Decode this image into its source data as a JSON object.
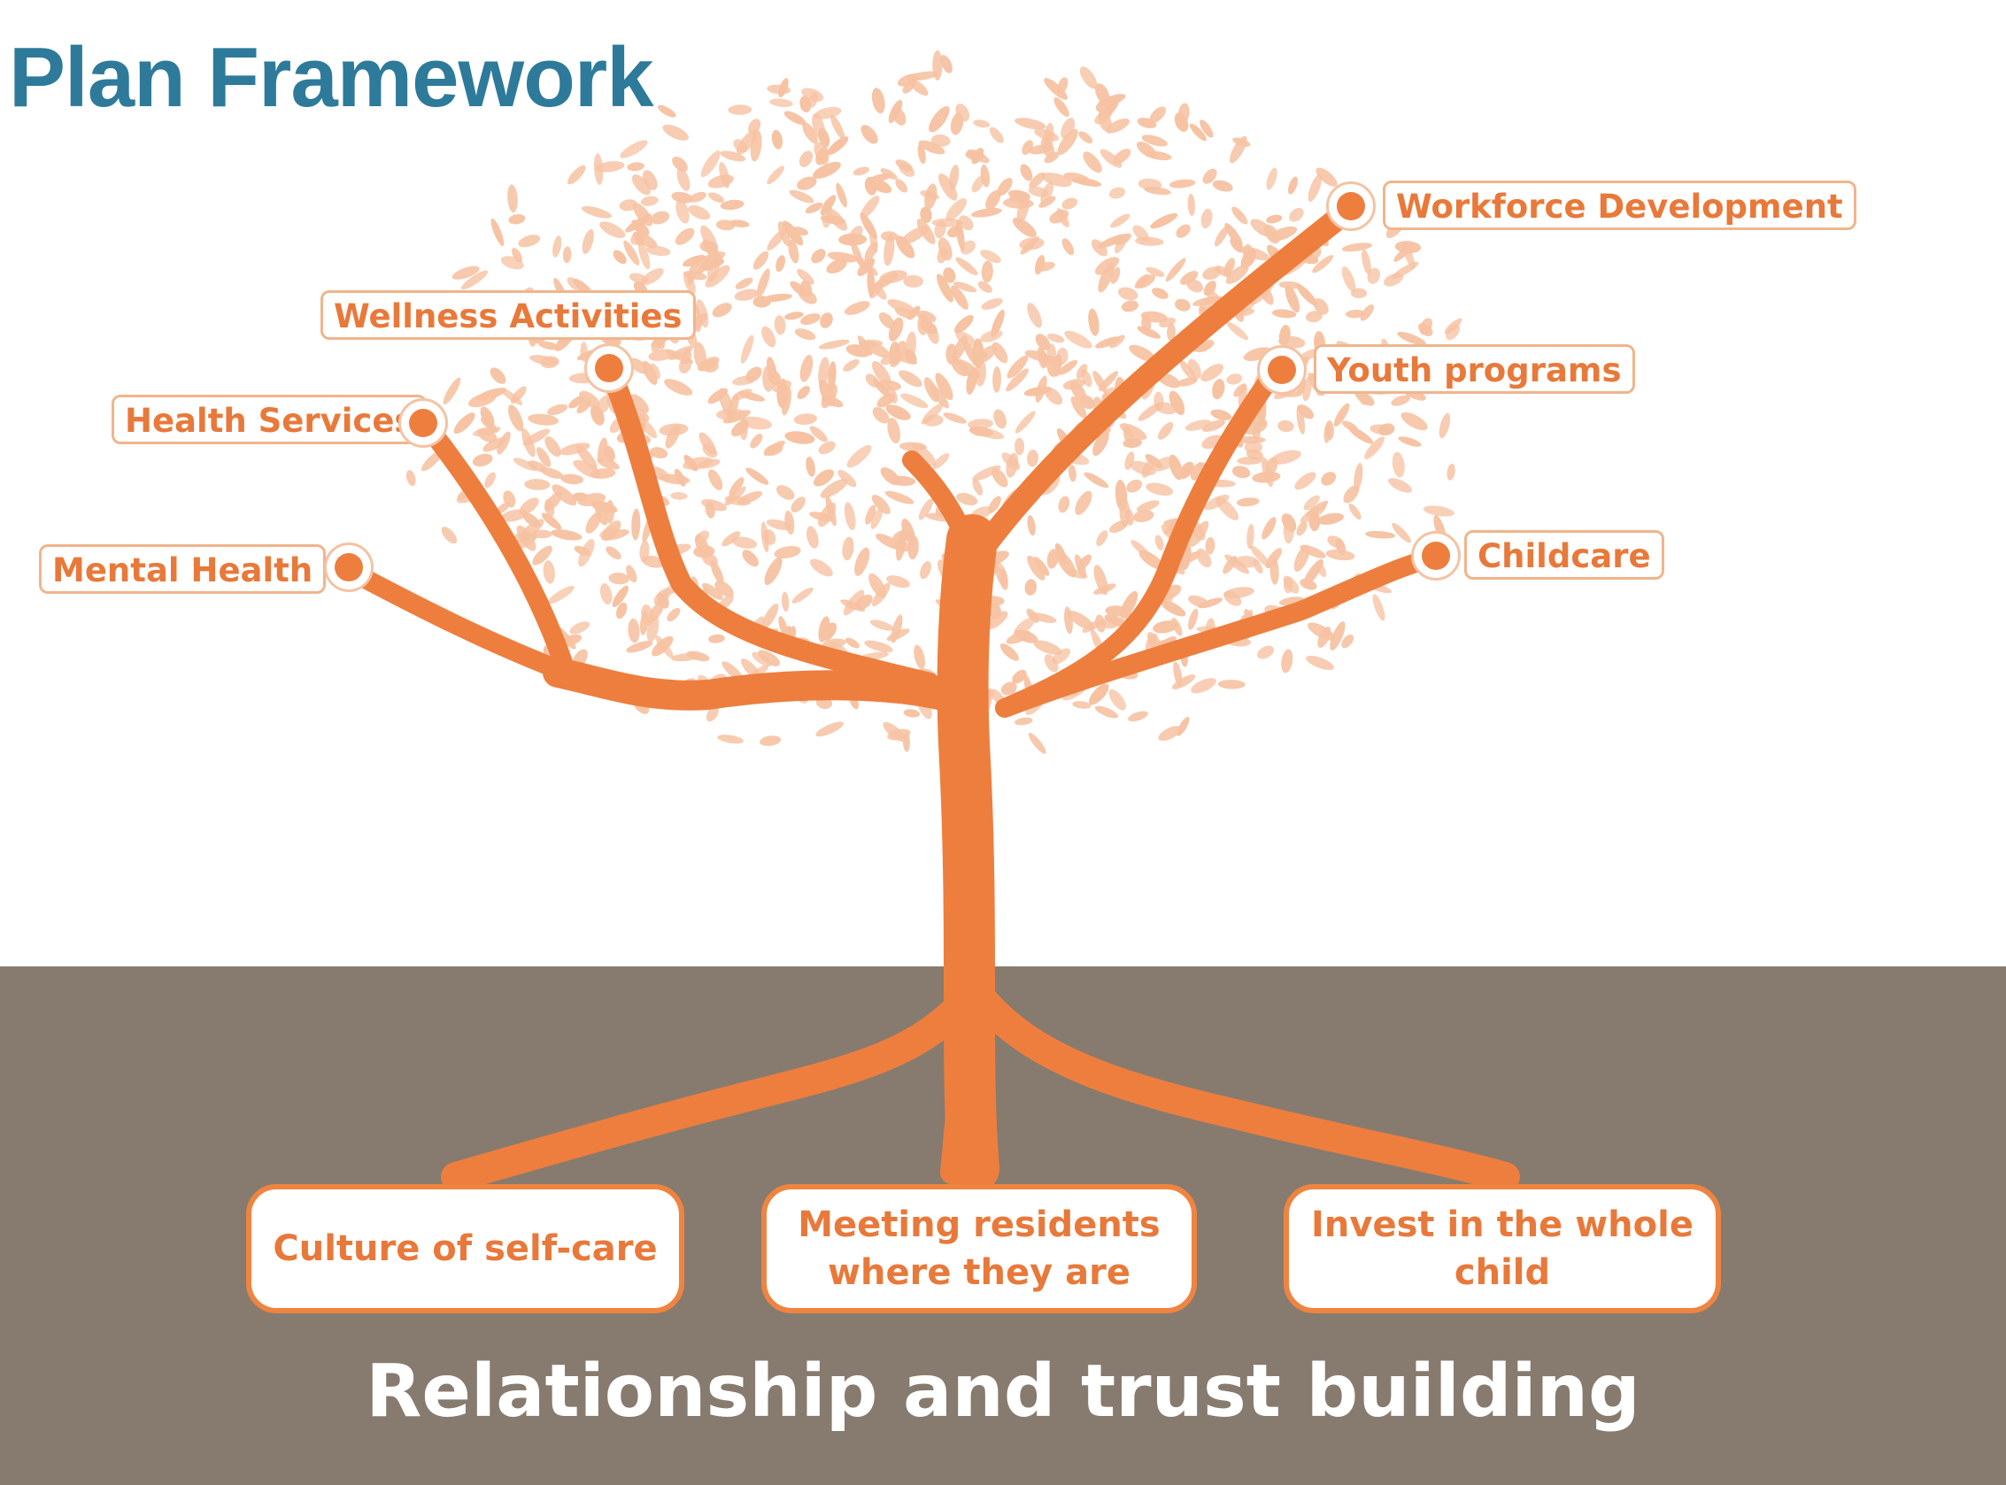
{
  "title": "Plan Framework",
  "colors": {
    "title": "#2e7a9a",
    "tree": "#ee7e3e",
    "foliage": "#f6c2a2",
    "ground": "#867b6e",
    "label_text": "#e8793a",
    "label_border": "#f0b58c"
  },
  "branches": [
    {
      "label": "Mental Health",
      "icon": "branch-dot"
    },
    {
      "label": "Health Services",
      "icon": "branch-dot"
    },
    {
      "label": "Wellness Activities",
      "icon": "branch-dot"
    },
    {
      "label": "Workforce Development",
      "icon": "branch-dot"
    },
    {
      "label": "Youth programs",
      "icon": "branch-dot"
    },
    {
      "label": "Childcare",
      "icon": "branch-dot"
    }
  ],
  "roots": [
    {
      "line1": "Culture of self-care",
      "line2": ""
    },
    {
      "line1": "Meeting residents",
      "line2": "where they are"
    },
    {
      "line1": "Invest in the whole child",
      "line2": ""
    }
  ],
  "ground_caption": "Relationship and trust building"
}
